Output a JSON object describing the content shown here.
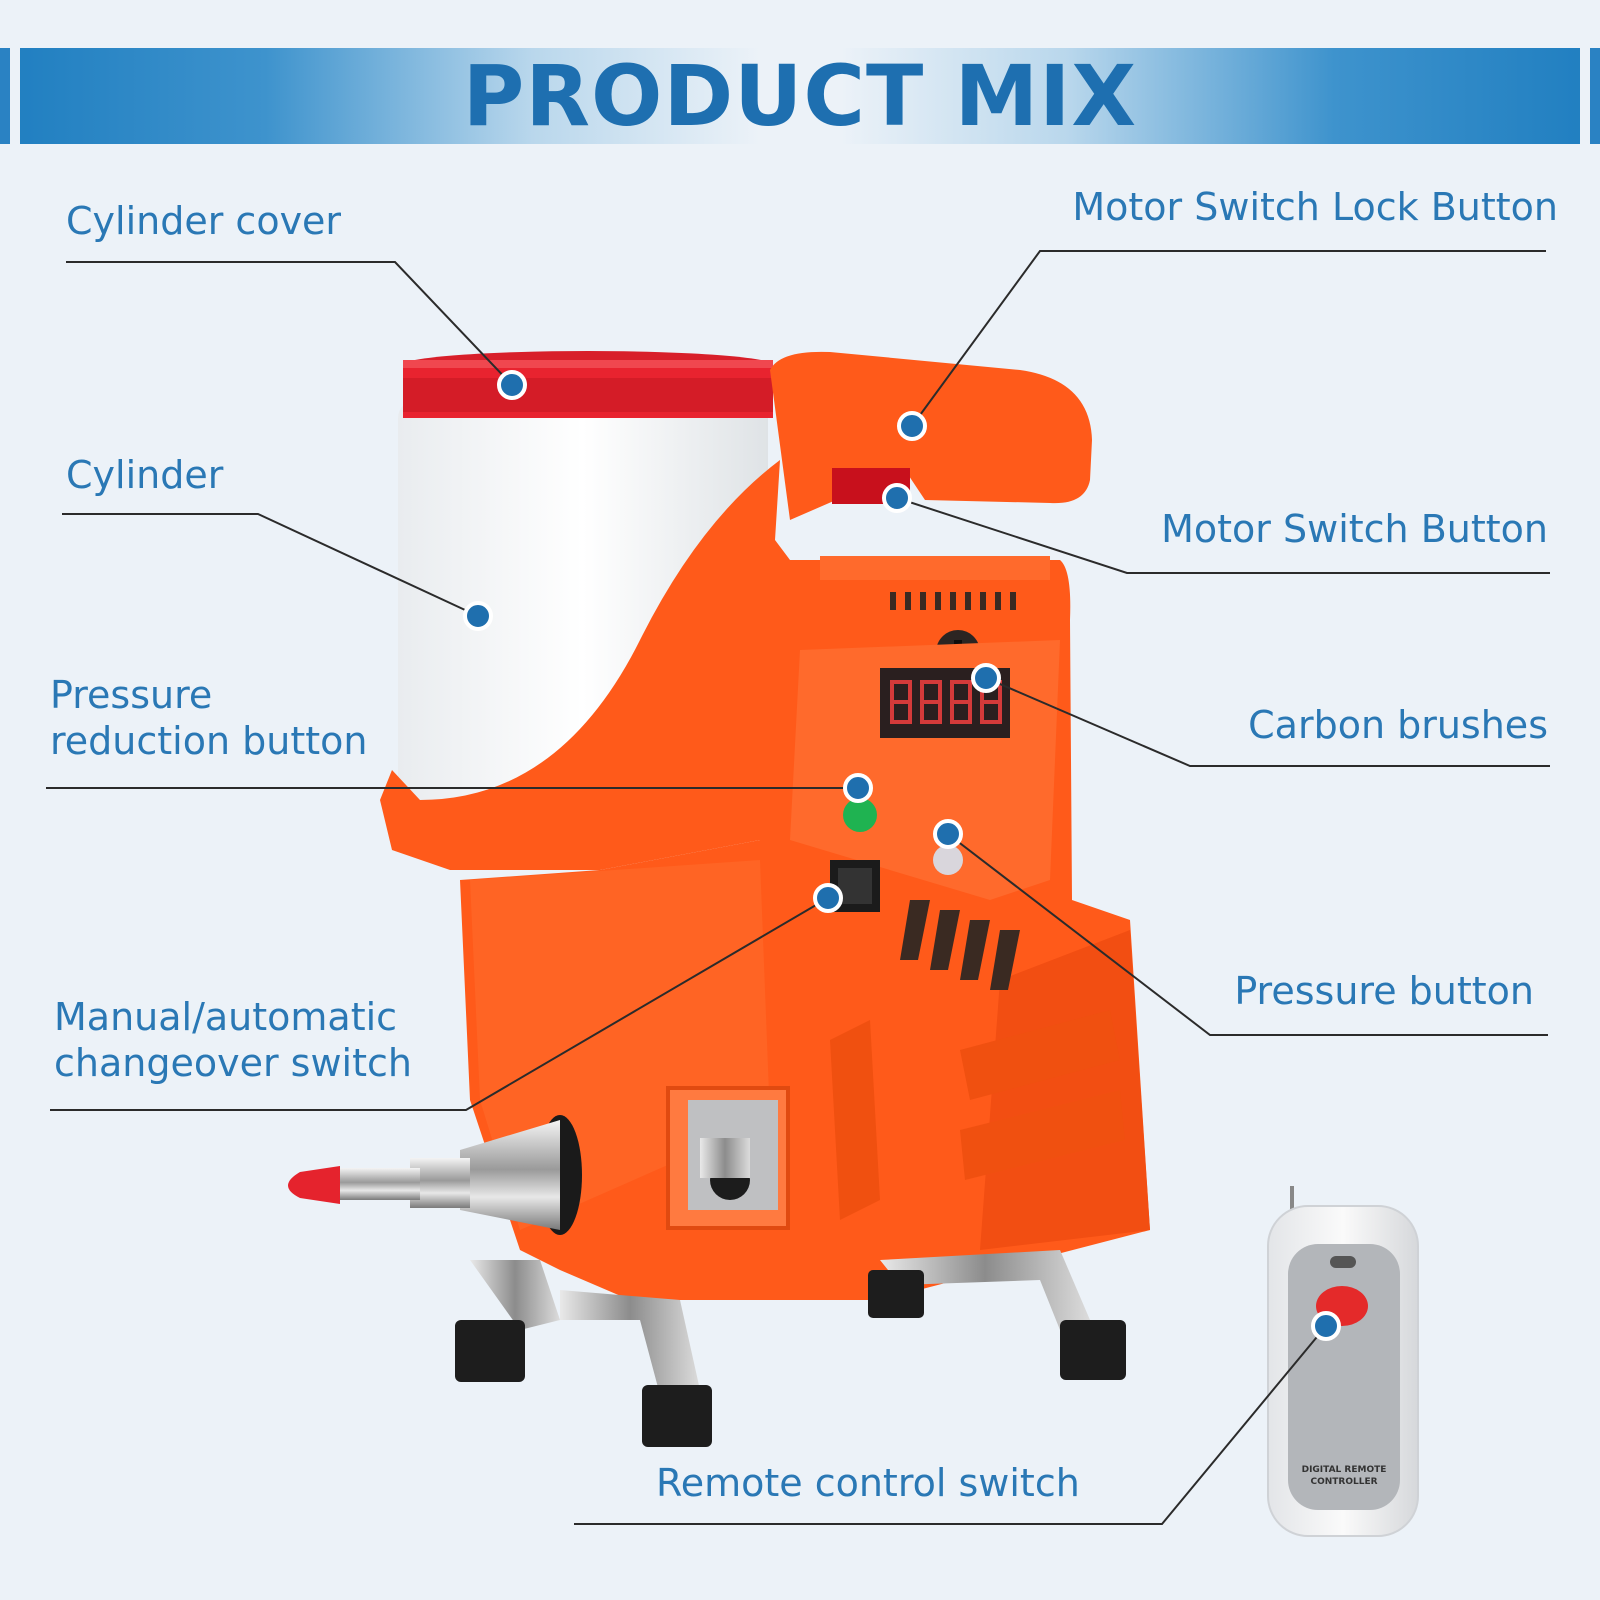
{
  "title": "PRODUCT MIX",
  "labels": {
    "cylinder_cover": "Cylinder cover",
    "cylinder": "Cylinder",
    "pressure_reduction": [
      "Pressure",
      "reduction button"
    ],
    "manual_auto": [
      "Manual/automatic",
      "changeover switch"
    ],
    "motor_lock": "Motor Switch Lock Button",
    "motor_switch": "Motor Switch Button",
    "carbon_brushes": "Carbon brushes",
    "pressure_button": "Pressure button",
    "remote_control": "Remote control switch"
  },
  "remote_text": [
    "DIGITAL REMOTE",
    "CONTROLLER"
  ],
  "colors": {
    "accent": "#1f7ec0",
    "label": "#2a78b5",
    "machine": "#ff5a1a",
    "cover": "#e8232f",
    "dot": "#1f6fae"
  }
}
